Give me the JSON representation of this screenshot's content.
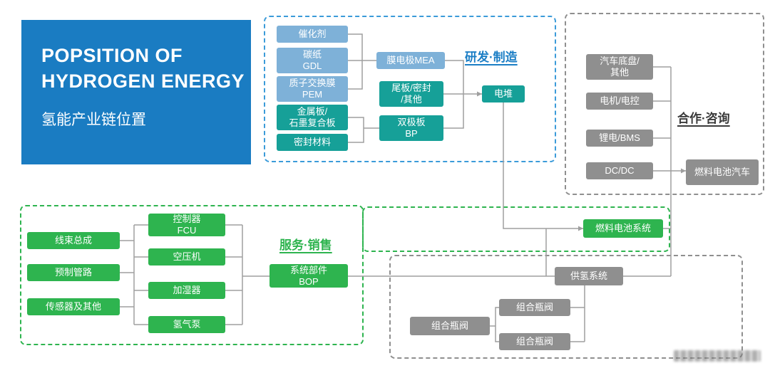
{
  "title_block": {
    "line1": "POPSITION OF",
    "line2": "HYDROGEN ENERGY",
    "subtitle": "氢能产业链位置"
  },
  "sections": {
    "rd_manufacturing": {
      "label": "研发·制造"
    },
    "cooperation_consulting": {
      "label": "合作·咨询"
    },
    "service_sales": {
      "label": "服务·销售"
    }
  },
  "nodes": {
    "catalyst": {
      "label": "催化剂"
    },
    "carbon_paper_gdl": {
      "label": "碳纸\nGDL"
    },
    "pem": {
      "label": "质子交换膜\nPEM"
    },
    "metal_graphite_plate": {
      "label": "金属板/\n石墨复合板"
    },
    "sealing_material": {
      "label": "密封材料"
    },
    "mea": {
      "label": "膜电极MEA"
    },
    "endplate_seal_other": {
      "label": "尾板/密封\n/其他"
    },
    "bipolar_plate": {
      "label": "双极板\nBP"
    },
    "stack": {
      "label": "电堆"
    },
    "vehicle_chassis": {
      "label": "汽车底盘/\n其他"
    },
    "motor_control": {
      "label": "电机/电控"
    },
    "lithium_bms": {
      "label": "锂电/BMS"
    },
    "dcdc": {
      "label": "DC/DC"
    },
    "fuel_cell_vehicle": {
      "label": "燃料电池汽车"
    },
    "wire_harness": {
      "label": "线束总成"
    },
    "prefab_piping": {
      "label": "预制管路"
    },
    "sensors_other": {
      "label": "传感器及其他"
    },
    "fcu": {
      "label": "控制器\nFCU"
    },
    "air_compressor": {
      "label": "空压机"
    },
    "humidifier": {
      "label": "加湿器"
    },
    "hydrogen_pump": {
      "label": "氢气泵"
    },
    "bop": {
      "label": "系统部件\nBOP"
    },
    "fuel_cell_system": {
      "label": "燃料电池系统"
    },
    "hydrogen_supply_system": {
      "label": "供氢系统"
    },
    "cylinder_valve_1": {
      "label": "组合瓶阀"
    },
    "cylinder_valve_2": {
      "label": "组合瓶阀"
    },
    "cylinder_valve_3": {
      "label": "组合瓶阀"
    }
  },
  "colors": {
    "title_blue": "#1a7cc2",
    "light_blue_node": "#7eb1d8",
    "teal_node": "#16a098",
    "green_node": "#2eb44f",
    "gray_node": "#8f8f8f",
    "rd_label_blue": "#1b7ec5",
    "service_label_green": "#2eb44f",
    "coop_label_dark": "#3a3a3a",
    "connector_gray": "#9f9f9f"
  }
}
